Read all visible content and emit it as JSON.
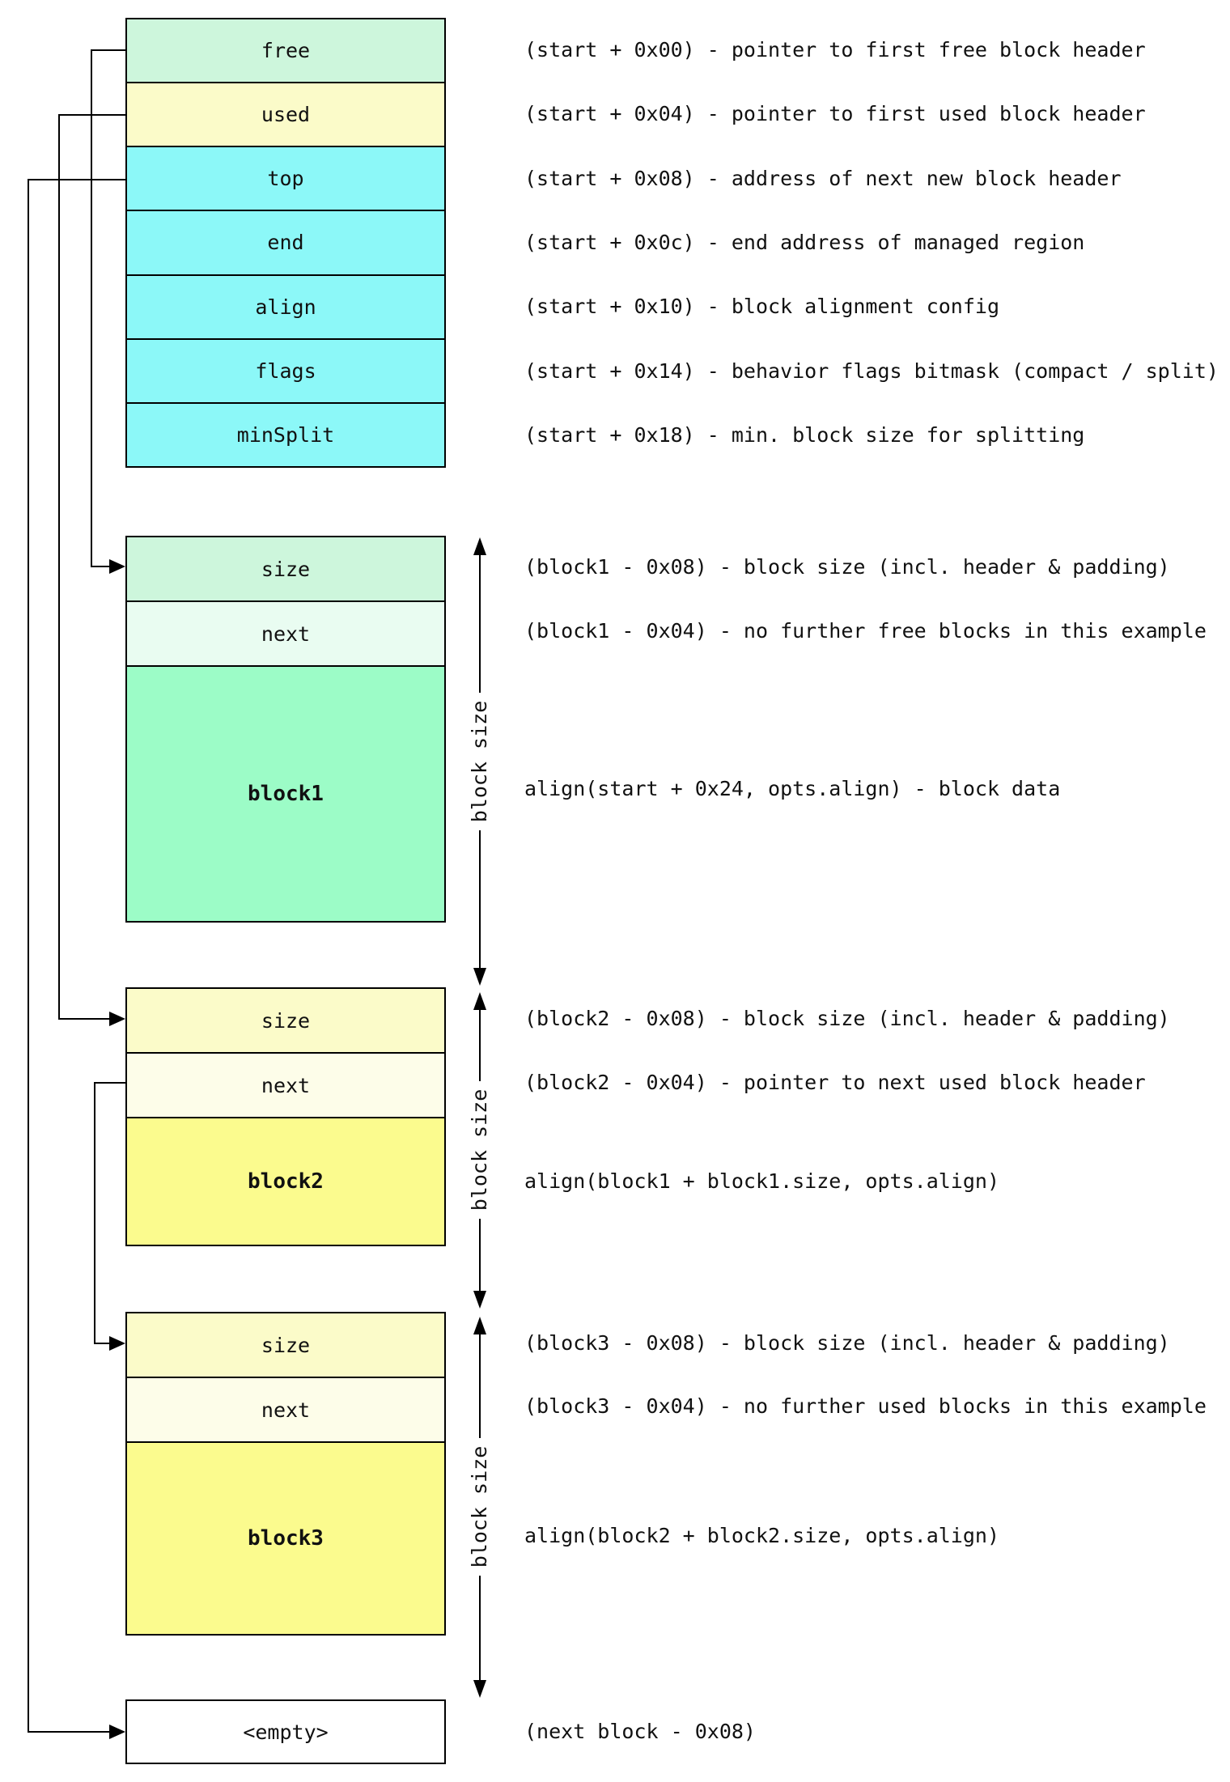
{
  "palette": {
    "header_cyan": "#8cf8f8",
    "mint_light": "#cdf6dc",
    "mint_lighter": "#e9fcf1",
    "mint_data": "#9cfcc7",
    "yellow_light": "#fbfbc9",
    "yellow_lighter": "#fdfde9",
    "yellow_data": "#fbfb8e",
    "line": "#000000",
    "background": "#ffffff"
  },
  "header_box": {
    "rows": [
      {
        "label": "free",
        "annotation": "(start + 0x00) - pointer to first free block header"
      },
      {
        "label": "used",
        "annotation": "(start + 0x04) - pointer to first used block header"
      },
      {
        "label": "top",
        "annotation": "(start + 0x08) - address of next new block header"
      },
      {
        "label": "end",
        "annotation": "(start + 0x0c) - end address of managed region"
      },
      {
        "label": "align",
        "annotation": "(start + 0x10) - block alignment config"
      },
      {
        "label": "flags",
        "annotation": "(start + 0x14) - behavior flags bitmask (compact / split)"
      },
      {
        "label": "minSplit",
        "annotation": "(start + 0x18) - min. block size for splitting"
      }
    ]
  },
  "block1": {
    "size_label": "size",
    "size_annotation": "(block1 - 0x08) - block size (incl. header & padding)",
    "next_label": "next",
    "next_annotation": "(block1 - 0x04) - no further free blocks in this example",
    "data_label": "block1",
    "data_annotation": "align(start + 0x24, opts.align) - block data",
    "arrow_label": "block size"
  },
  "block2": {
    "size_label": "size",
    "size_annotation": "(block2 - 0x08) - block size (incl. header & padding)",
    "next_label": "next",
    "next_annotation": "(block2 - 0x04) - pointer to next used block header",
    "data_label": "block2",
    "data_annotation": "align(block1 + block1.size, opts.align)",
    "arrow_label": "block size"
  },
  "block3": {
    "size_label": "size",
    "size_annotation": "(block3 - 0x08) - block size (incl. header & padding)",
    "next_label": "next",
    "next_annotation": "(block3 - 0x04) - no further used blocks in this example",
    "data_label": "block3",
    "data_annotation": "align(block2 + block2.size, opts.align)",
    "arrow_label": "block size"
  },
  "empty_box": {
    "label": "<empty>",
    "annotation": "(next block - 0x08)"
  }
}
